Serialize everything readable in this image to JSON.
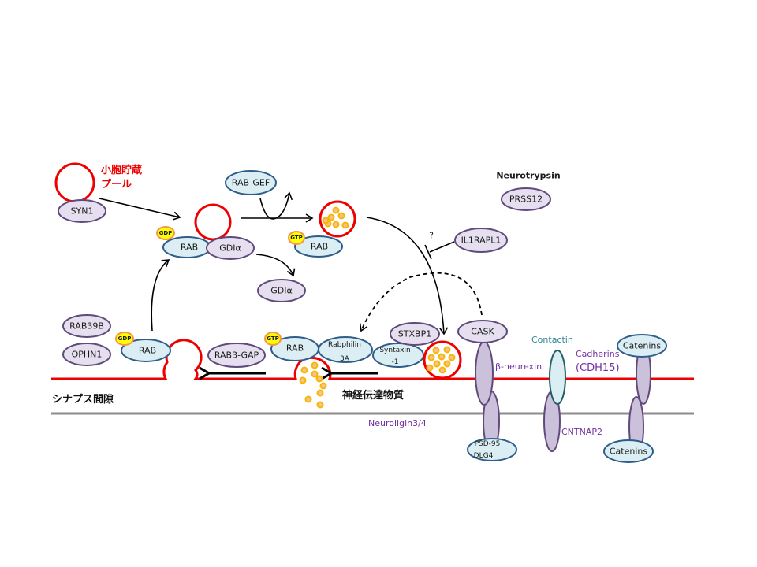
{
  "diagram": {
    "title_labels": {
      "reserve_pool_line1": "小胞貯蔵",
      "reserve_pool_line2": "プール",
      "synaptic_cleft": "シナプス間隙",
      "neurotransmitter": "神経伝達物質",
      "neurotrypsin": "Neurotrypsin",
      "question_mark": "?"
    },
    "proteins": {
      "syn1": "SYN1",
      "rab_gef": "RAB-GEF",
      "rab": "RAB",
      "gdi_alpha": "GDIα",
      "prss12": "PRSS12",
      "il1rapl1": "IL1RAPL1",
      "rab39b": "RAB39B",
      "ophn1": "OPHN1",
      "rab3_gap": "RAB3-GAP",
      "rabphilin_line1": "Rabphilin",
      "rabphilin_line2": "3A",
      "syntaxin_line1": "Syntaxin",
      "syntaxin_line2": "-1",
      "stxbp1": "STXBP1",
      "cask": "CASK",
      "psd95_line1": "PSD-95",
      "psd95_line2": "DLG4",
      "catenins": "Catenins"
    },
    "nucleotides": {
      "gdp": "GDP",
      "gtp": "GTP"
    },
    "membrane_labels": {
      "beta_neurexin": "β-neurexin",
      "contactin": "Contactin",
      "cadherins_line1": "Cadherins",
      "cadherins_line2": "(CDH15)",
      "neuroligin": "Neuroligin3/4",
      "cntnap2": "CNTNAP2"
    },
    "colors": {
      "presynaptic_membrane": "#ee0000",
      "postsynaptic_membrane": "#8c8c8c",
      "vesicle": "#ee0000",
      "neurotransmitter": "#fac090",
      "purple_protein": "#e6dff0",
      "blue_protein": "#dbeef4",
      "gdp_gtp": "#ffff00"
    }
  }
}
